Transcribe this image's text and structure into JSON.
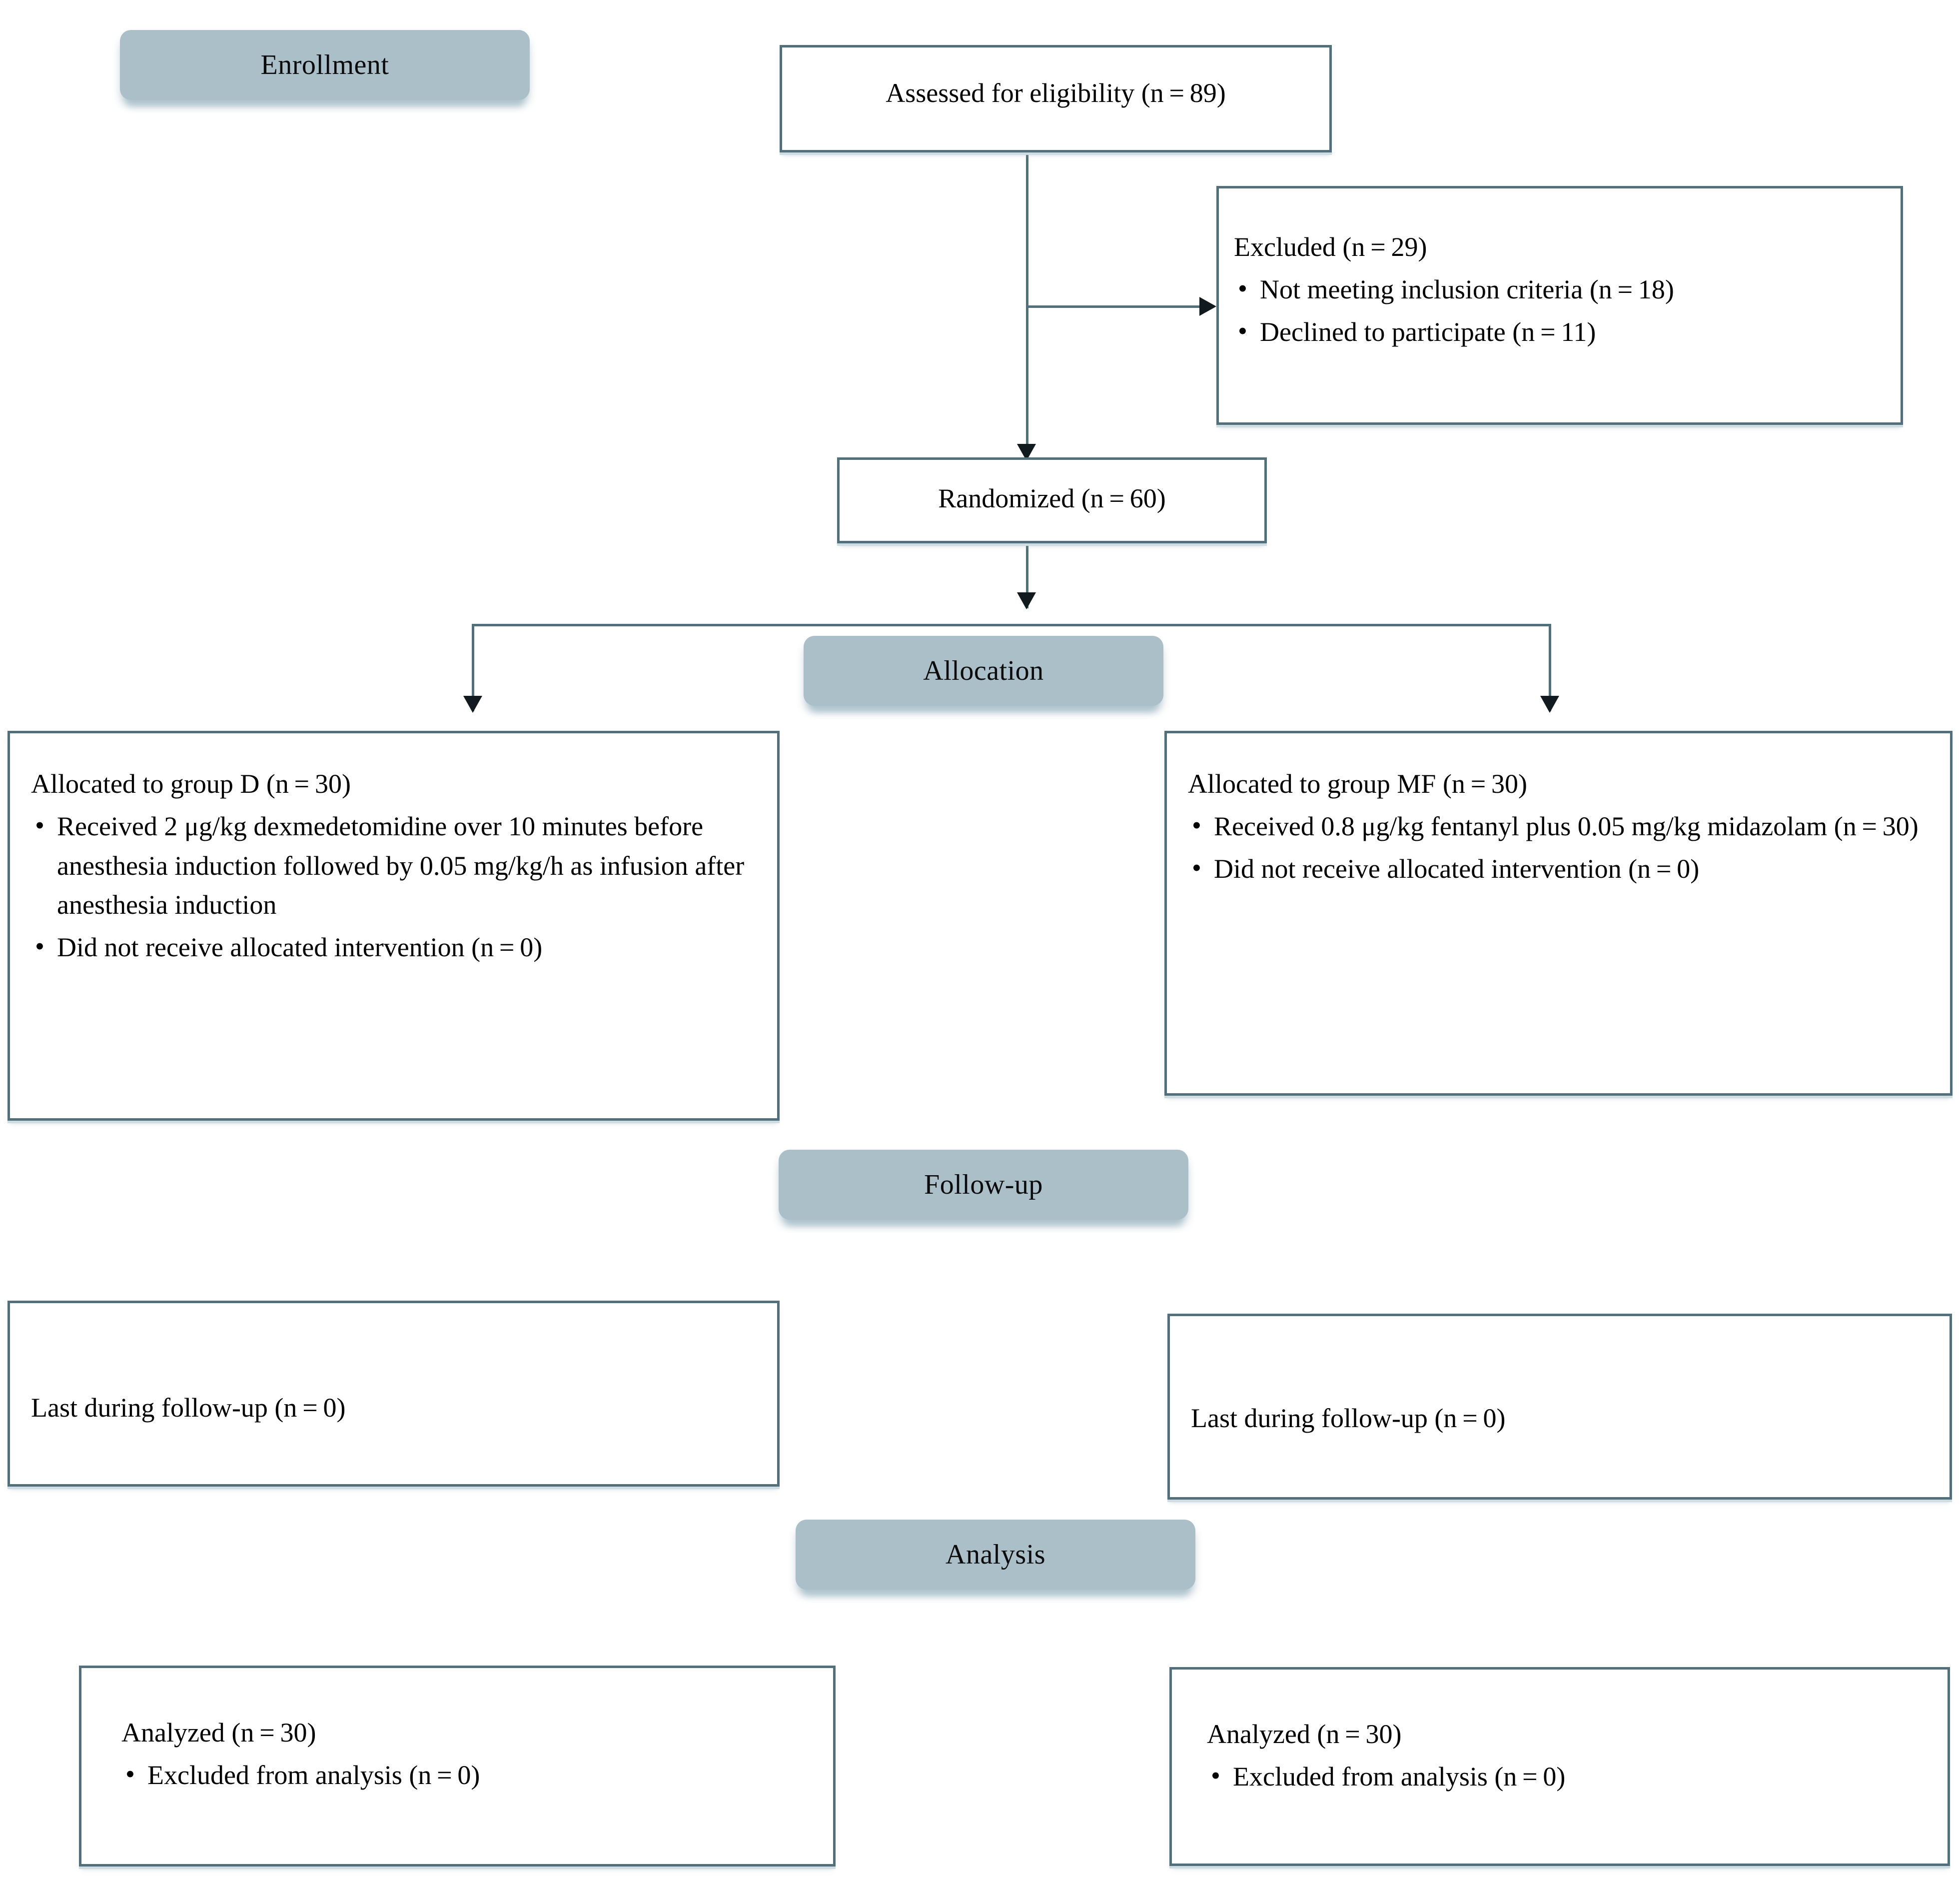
{
  "diagram": {
    "title": "CONSORT participant flow diagram",
    "colors": {
      "banner_fill": "#aabfc8",
      "box_border": "#51707c",
      "connector": "#51707c",
      "text": "#000000",
      "background": "#ffffff"
    }
  },
  "stages": {
    "enrollment": "Enrollment",
    "allocation": "Allocation",
    "followup": "Follow-up",
    "analysis": "Analysis"
  },
  "nodes": {
    "assessed": {
      "text": "Assessed for eligibility (n = 89)"
    },
    "excluded": {
      "heading": "Excluded (n = 29)",
      "items": [
        "Not meeting inclusion criteria (n = 18)",
        "Declined to participate (n = 11)"
      ]
    },
    "randomized": {
      "text": "Randomized (n = 60)"
    },
    "allocated_left": {
      "heading": "Allocated to group D (n = 30)",
      "items": [
        "Received 2 μg/kg dexmedetomidine over 10 minutes before anesthesia induction followed by 0.05 mg/kg/h as infusion after anesthesia induction",
        "Did not receive allocated intervention (n = 0)"
      ]
    },
    "allocated_right": {
      "heading": "Allocated to group MF (n = 30)",
      "items": [
        "Received 0.8 μg/kg fentanyl plus 0.05 mg/kg midazolam (n = 30)",
        "Did not receive allocated intervention (n = 0)"
      ]
    },
    "followup_left": {
      "text": "Last during follow-up (n = 0)"
    },
    "followup_right": {
      "text": "Last during follow-up (n = 0)"
    },
    "analyzed_left": {
      "heading": "Analyzed (n = 30)",
      "items": [
        "Excluded from analysis (n = 0)"
      ]
    },
    "analyzed_right": {
      "heading": "Analyzed (n = 30)",
      "items": [
        "Excluded from analysis (n = 0)"
      ]
    }
  }
}
